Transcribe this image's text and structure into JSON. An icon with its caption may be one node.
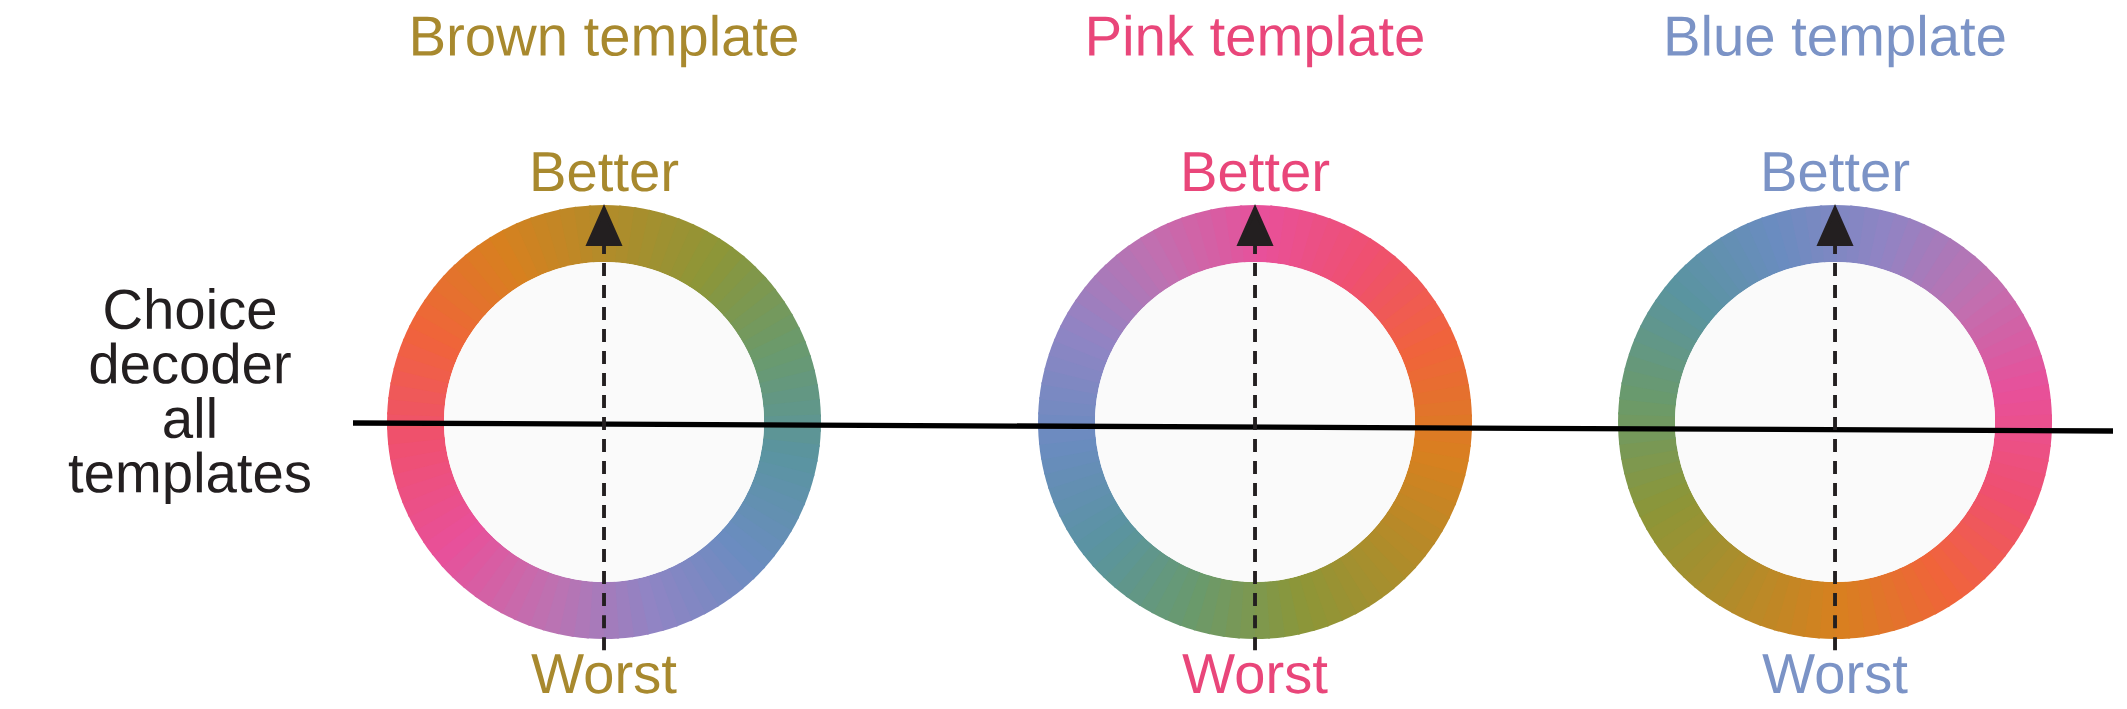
{
  "diagram": {
    "nodes": [
      {
        "text": [
          "Better"
        ]
      },
      {
        "text": [
          "Worst"
        ]
      },
      {
        "text": [
          "Better"
        ]
      },
      {
        "text": [
          "Worst"
        ]
      },
      {
        "text": [
          "Better"
        ]
      },
      {
        "text": [
          "Worst"
        ]
      }
    ],
    "edges": [
      {
        "from": 1,
        "to": 0,
        "arrow": "to",
        "style": "dashed"
      },
      {
        "from": 3,
        "to": 2,
        "arrow": "to",
        "style": "dashed"
      },
      {
        "from": 5,
        "to": 4,
        "arrow": "to",
        "style": "dashed"
      }
    ],
    "labels": [
      "Brown template",
      "Pink template",
      "Blue template",
      "Choice decoder all templates"
    ]
  }
}
